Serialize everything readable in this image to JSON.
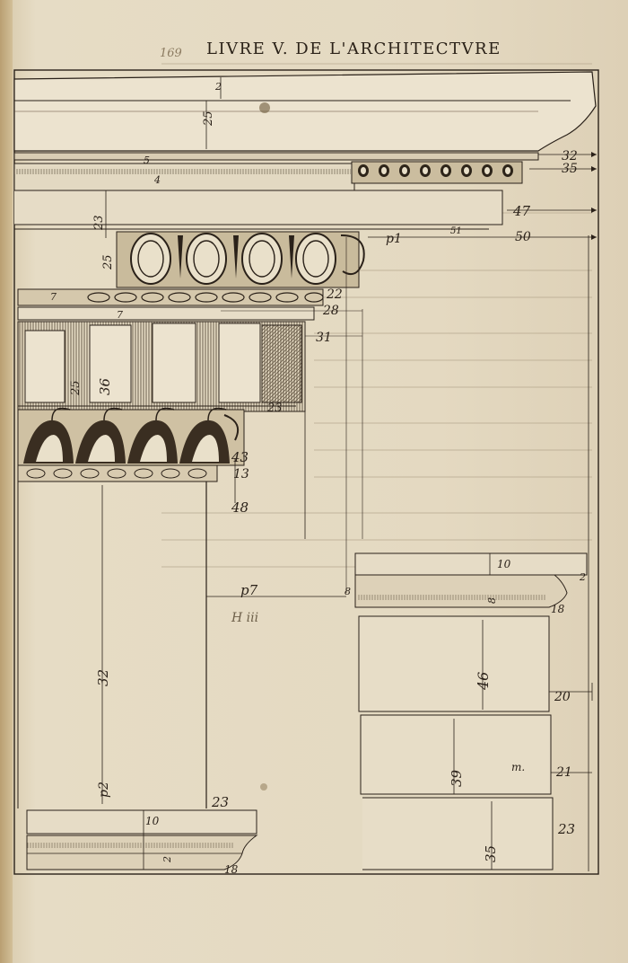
{
  "page": {
    "folio": "169",
    "running_head": "LIVRE V. DE L'ARCHITECTVRE",
    "signature": "H iii"
  },
  "figure": {
    "cornice_labels": [
      "32",
      "35",
      "47",
      "50",
      "p1",
      "51",
      "25",
      "25",
      "2",
      "5",
      "4",
      "23"
    ],
    "frieze_labels": [
      "22",
      "28",
      "31",
      "36",
      "23",
      "25",
      "7",
      "7"
    ],
    "capital_labels": [
      "43",
      "13",
      "48",
      "p7",
      "8",
      "32",
      "p2",
      "23",
      "10",
      "2",
      "18"
    ],
    "right_detail_labels": [
      "10",
      "8",
      "2",
      "18",
      "46",
      "20",
      "39",
      "m.",
      "21",
      "23",
      "35"
    ]
  },
  "colors": {
    "ink": "#2a2119",
    "paper": "#e4d9c1",
    "shade": "#7d6d55"
  }
}
